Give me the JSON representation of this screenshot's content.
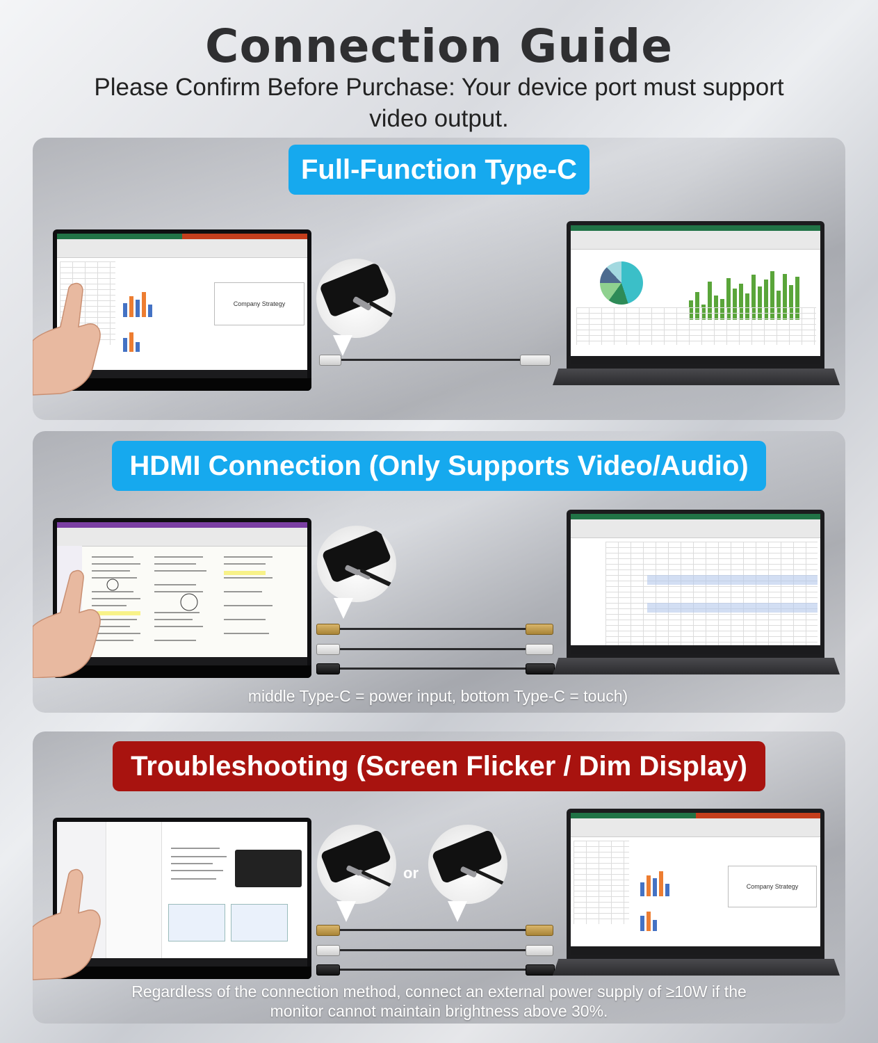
{
  "header": {
    "title": "Connection Guide",
    "subtitle": "Please Confirm Before Purchase: Your device port must support video output."
  },
  "sections": [
    {
      "label": "Full-Function Type-C",
      "note": ""
    },
    {
      "label": "HDMI Connection (Only Supports Video/Audio)",
      "note": "middle Type-C = power input, bottom Type-C = touch)"
    },
    {
      "label": "Troubleshooting (Screen Flicker / Dim Display)",
      "note": "Regardless of the connection method, connect an external power supply of ≥10W if the monitor cannot maintain brightness above 30%."
    }
  ],
  "separator": "or",
  "screen_text": {
    "slide_title": "Company Strategy"
  },
  "colors": {
    "accent_blue": "#16a9ee",
    "accent_red": "#a8130f",
    "title": "#2f2f31"
  },
  "icons": [
    "touch-hand-icon",
    "usb-c-connector-icon",
    "hdmi-connector-icon"
  ]
}
